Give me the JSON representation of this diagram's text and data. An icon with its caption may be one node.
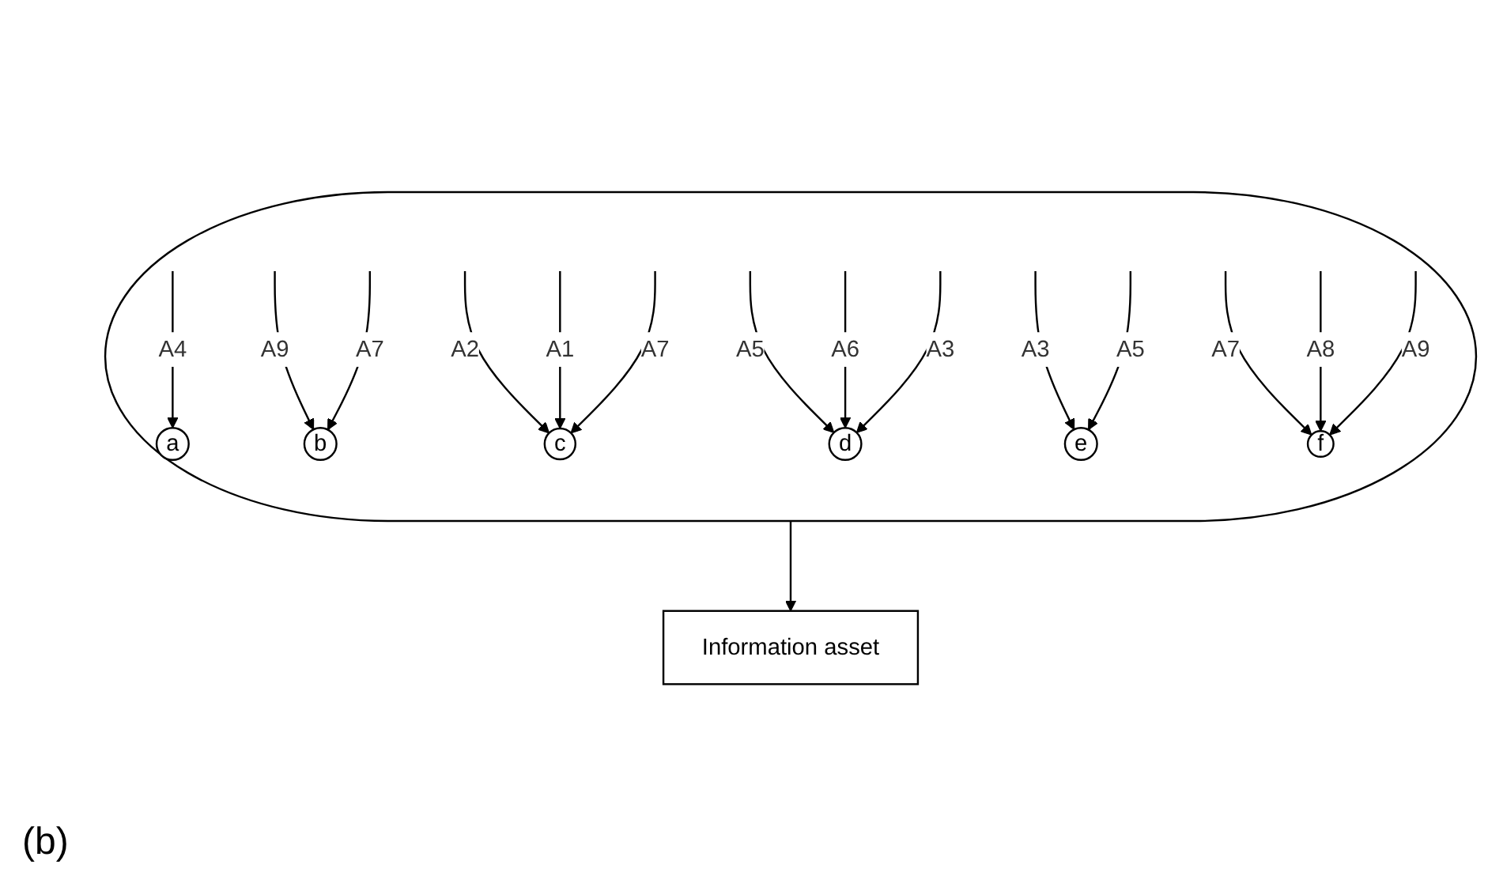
{
  "diagram": {
    "nodes": [
      {
        "text": [],
        "shape": "ellipse"
      },
      {
        "text": [
          "a"
        ],
        "in": 0
      },
      {
        "text": [
          "b"
        ],
        "in": 0
      },
      {
        "text": [
          "c"
        ],
        "in": 0
      },
      {
        "text": [
          "d"
        ],
        "in": 0
      },
      {
        "text": [
          "e"
        ],
        "in": 0
      },
      {
        "text": [
          "f"
        ],
        "in": 0
      },
      {
        "text": [
          "Information asset"
        ]
      }
    ],
    "edges": [
      {
        "from": null,
        "to": 1,
        "arrow": "to",
        "label": "A4"
      },
      {
        "from": null,
        "to": 2,
        "arrow": "to",
        "label": "A9"
      },
      {
        "from": null,
        "to": 2,
        "arrow": "to",
        "label": "A7"
      },
      {
        "from": null,
        "to": 3,
        "arrow": "to",
        "label": "A2"
      },
      {
        "from": null,
        "to": 3,
        "arrow": "to",
        "label": "A1"
      },
      {
        "from": null,
        "to": 3,
        "arrow": "to",
        "label": "A7"
      },
      {
        "from": null,
        "to": 4,
        "arrow": "to",
        "label": "A5"
      },
      {
        "from": null,
        "to": 4,
        "arrow": "to",
        "label": "A6"
      },
      {
        "from": null,
        "to": 4,
        "arrow": "to",
        "label": "A3"
      },
      {
        "from": null,
        "to": 5,
        "arrow": "to",
        "label": "A3"
      },
      {
        "from": null,
        "to": 5,
        "arrow": "to",
        "label": "A5"
      },
      {
        "from": null,
        "to": 6,
        "arrow": "to",
        "label": "A7"
      },
      {
        "from": null,
        "to": 6,
        "arrow": "to",
        "label": "A8"
      },
      {
        "from": null,
        "to": 6,
        "arrow": "to",
        "label": "A9"
      },
      {
        "from": 0,
        "to": 7,
        "arrow": "to"
      }
    ],
    "labels": [
      "(b)"
    ]
  }
}
